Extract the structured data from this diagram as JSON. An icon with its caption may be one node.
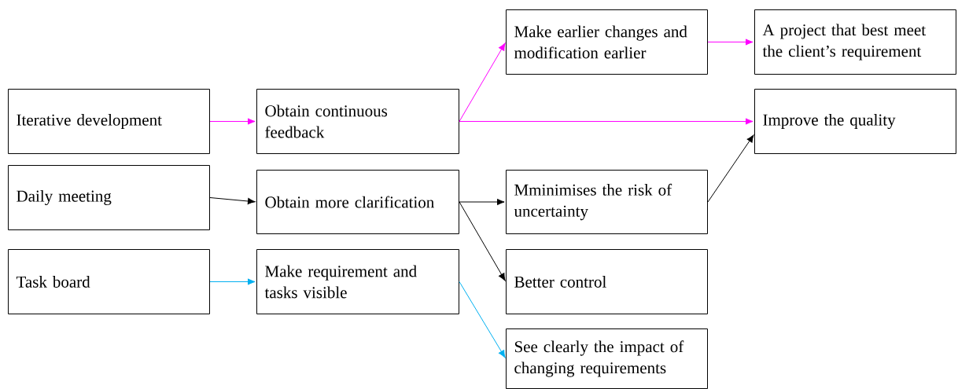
{
  "diagram": {
    "nodes": [
      {
        "text": [
          "Iterative development"
        ]
      },
      {
        "text": [
          "Obtain continuous feedback"
        ]
      },
      {
        "text": [
          "Make earlier changes and modification earlier"
        ]
      },
      {
        "text": [
          "A project that best meet the client’s requirement"
        ]
      },
      {
        "text": [
          "Improve the quality"
        ]
      },
      {
        "text": [
          "Daily meeting"
        ]
      },
      {
        "text": [
          "Obtain more clarification"
        ]
      },
      {
        "text": [
          "Mminimises the risk of uncertainty"
        ]
      },
      {
        "text": [
          "Task board"
        ]
      },
      {
        "text": [
          "Make requirement and tasks visible"
        ]
      },
      {
        "text": [
          "Better control"
        ]
      },
      {
        "text": [
          "See clearly the impact of changing requirements"
        ]
      }
    ],
    "edges": [
      {
        "from": 0,
        "to": 1,
        "arrow": "to",
        "color": "#ff00ff"
      },
      {
        "from": 1,
        "to": 2,
        "arrow": "to",
        "color": "#ff00ff"
      },
      {
        "from": 1,
        "to": 4,
        "arrow": "to",
        "color": "#ff00ff"
      },
      {
        "from": 2,
        "to": 3,
        "arrow": "to",
        "color": "#ff00ff"
      },
      {
        "from": 5,
        "to": 6,
        "arrow": "to",
        "color": "#000000"
      },
      {
        "from": 6,
        "to": 7,
        "arrow": "to",
        "color": "#000000"
      },
      {
        "from": 6,
        "to": 10,
        "arrow": "to",
        "color": "#000000"
      },
      {
        "from": 7,
        "to": 4,
        "arrow": "to",
        "color": "#000000"
      },
      {
        "from": 8,
        "to": 9,
        "arrow": "to",
        "color": "#00b0f0"
      },
      {
        "from": 9,
        "to": 11,
        "arrow": "to",
        "color": "#00b0f0"
      }
    ]
  }
}
